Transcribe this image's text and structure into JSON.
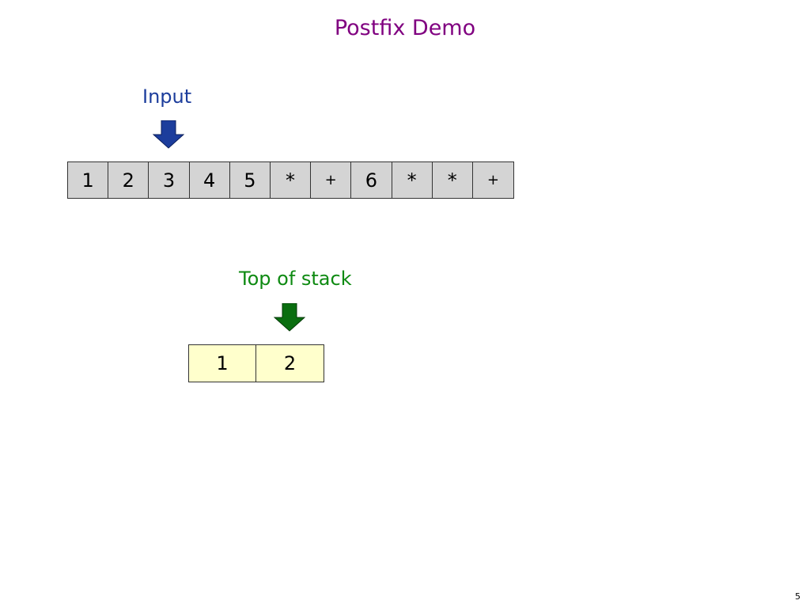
{
  "title": "Postfix Demo",
  "input": {
    "label": "Input",
    "tokens": [
      "1",
      "2",
      "3",
      "4",
      "5",
      "*",
      "+",
      "6",
      "*",
      "*",
      "+"
    ],
    "pointer_index": 2,
    "color": "#1c3d9c",
    "arrow_icon": "down-arrow-icon"
  },
  "stack": {
    "label": "Top of stack",
    "items": [
      "1",
      "2"
    ],
    "color": "#0e8a12",
    "arrow_icon": "down-arrow-icon"
  },
  "page_number": "5"
}
